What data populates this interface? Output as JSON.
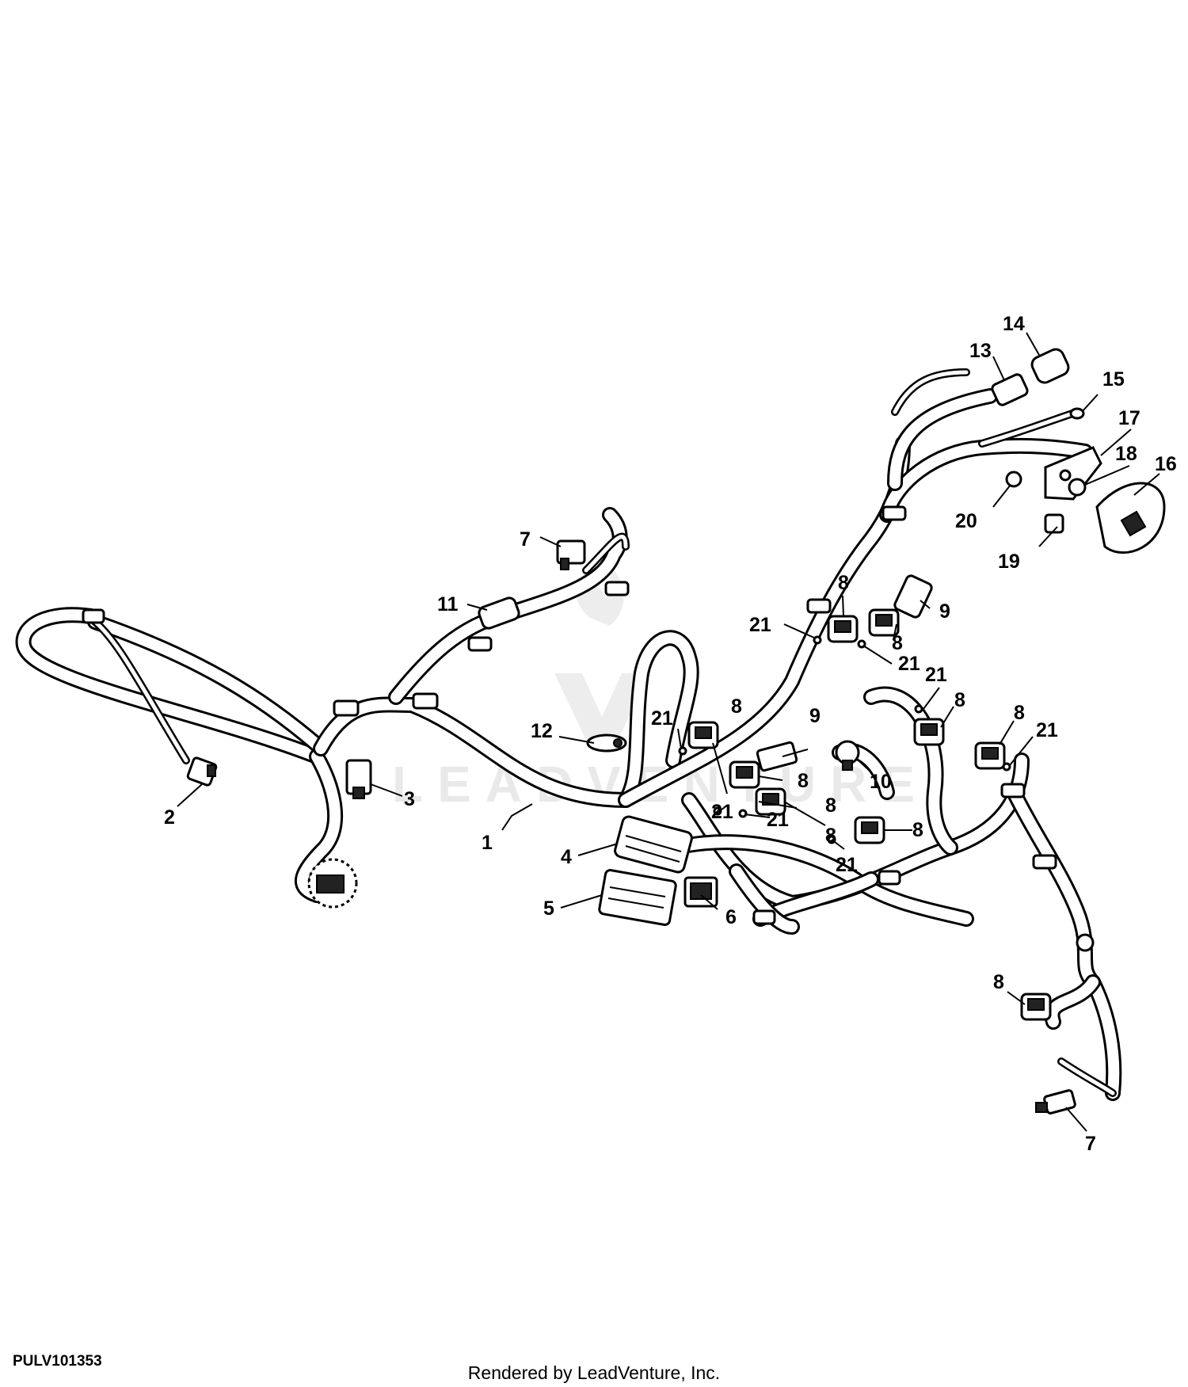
{
  "figure": {
    "id": "PULV101353",
    "credit": "Rendered by LeadVenture, Inc.",
    "watermark": "LEADVENTURE"
  },
  "callouts": [
    {
      "label": "1"
    },
    {
      "label": "2"
    },
    {
      "label": "3"
    },
    {
      "label": "4"
    },
    {
      "label": "5"
    },
    {
      "label": "6"
    },
    {
      "label": "7"
    },
    {
      "label": "7"
    },
    {
      "label": "8"
    },
    {
      "label": "8"
    },
    {
      "label": "8"
    },
    {
      "label": "8"
    },
    {
      "label": "8"
    },
    {
      "label": "8"
    },
    {
      "label": "8"
    },
    {
      "label": "8"
    },
    {
      "label": "8"
    },
    {
      "label": "8"
    },
    {
      "label": "9"
    },
    {
      "label": "9"
    },
    {
      "label": "10"
    },
    {
      "label": "11"
    },
    {
      "label": "12"
    },
    {
      "label": "13"
    },
    {
      "label": "14"
    },
    {
      "label": "15"
    },
    {
      "label": "16"
    },
    {
      "label": "17"
    },
    {
      "label": "18"
    },
    {
      "label": "19"
    },
    {
      "label": "20"
    },
    {
      "label": "21"
    },
    {
      "label": "21"
    },
    {
      "label": "21"
    },
    {
      "label": "21"
    },
    {
      "label": "21"
    },
    {
      "label": "21"
    },
    {
      "label": "21"
    },
    {
      "label": "21"
    }
  ]
}
